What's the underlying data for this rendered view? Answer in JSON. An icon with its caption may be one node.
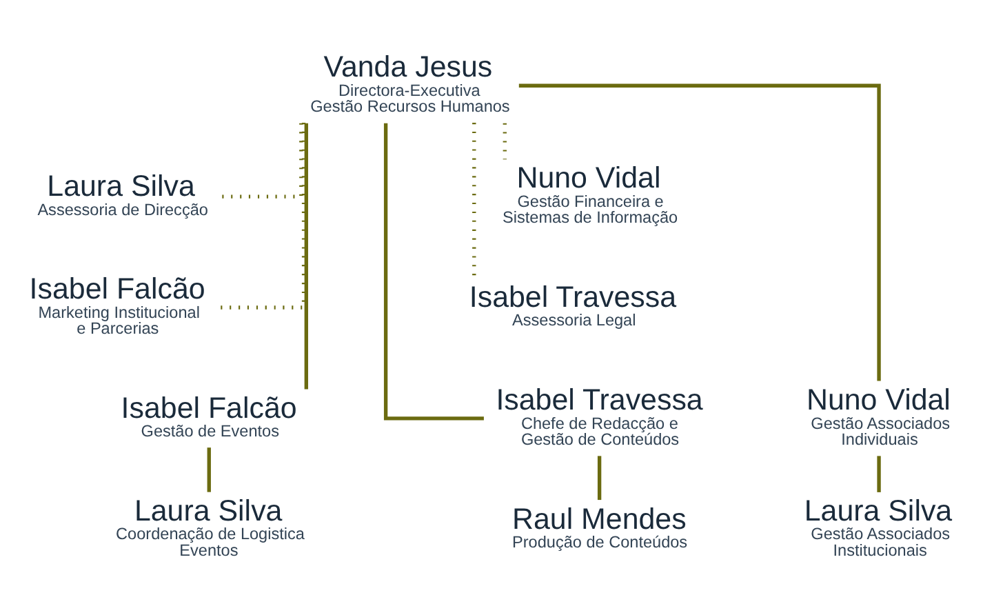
{
  "diagram": {
    "nodes": [
      {
        "text": [
          "Vanda Jesus",
          "Directora-Executiva Gestão Recursos Humanos"
        ]
      },
      {
        "text": [
          "Laura Silva",
          "Assessoria de Direcção"
        ]
      },
      {
        "text": [
          "Nuno Vidal",
          "Gestão Financeira e Sistemas de Informação"
        ]
      },
      {
        "text": [
          "Isabel Falcão",
          "Marketing Institucional e Parcerias"
        ]
      },
      {
        "text": [
          "Isabel Travessa",
          "Assessoria Legal"
        ]
      },
      {
        "text": [
          "Isabel Falcão",
          "Gestão de Eventos"
        ]
      },
      {
        "text": [
          "Nuno Vidal",
          "Gestão Associados Individuais"
        ]
      },
      {
        "text": [
          "Isabel Travessa",
          "Chefe de Redacção e Gestão de Conteúdos"
        ]
      },
      {
        "text": [
          "Laura Silva",
          "Coordenação de Logistica Eventos"
        ]
      },
      {
        "text": [
          "Laura Silva",
          "Gestão Associados Institucionais"
        ]
      },
      {
        "text": [
          "Raul Mendes",
          "Produção de Conteúdos"
        ]
      }
    ],
    "edges": [
      {
        "from": 0,
        "to": 1,
        "arrow": "none",
        "style": "dashed"
      },
      {
        "from": 0,
        "to": 2,
        "arrow": "none",
        "style": "dashed"
      },
      {
        "from": 0,
        "to": 3,
        "arrow": "none",
        "style": "dashed"
      },
      {
        "from": 0,
        "to": 4,
        "arrow": "none",
        "style": "dashed"
      },
      {
        "from": 0,
        "to": 5,
        "arrow": "none"
      },
      {
        "from": 0,
        "to": 6,
        "arrow": "none"
      },
      {
        "from": 0,
        "to": 7,
        "arrow": "none"
      },
      {
        "from": 5,
        "to": 8,
        "arrow": "none"
      },
      {
        "from": 6,
        "to": 9,
        "arrow": "none"
      },
      {
        "from": 7,
        "to": 10,
        "arrow": "none"
      }
    ]
  }
}
